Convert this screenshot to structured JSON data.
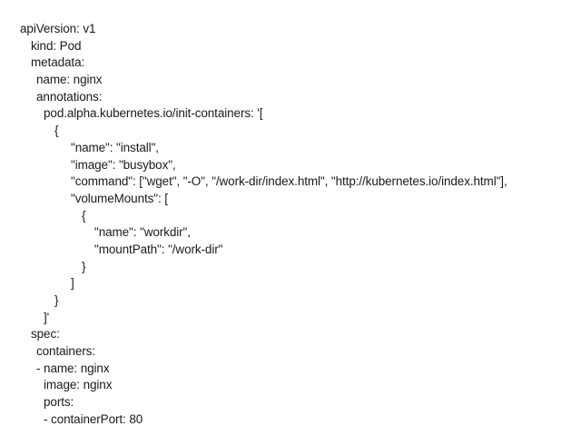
{
  "document": {
    "lines": [
      {
        "text": "apiVersion: v1",
        "indent": 0
      },
      {
        "text": "kind: Pod",
        "indent": 1
      },
      {
        "text": "metadata:",
        "indent": 1
      },
      {
        "text": "name: nginx",
        "indent": 2
      },
      {
        "text": "annotations:",
        "indent": 2
      },
      {
        "text": "pod.alpha.kubernetes.io/init-containers: '[",
        "indent": 3
      },
      {
        "text": "{",
        "indent": 4
      },
      {
        "text": "\"name\": \"install\",",
        "indent": 5
      },
      {
        "text": "\"image\": \"busybox\",",
        "indent": 5
      },
      {
        "text": "\"command\": [\"wget\", \"-O\", \"/work-dir/index.html\", \"http://kubernetes.io/index.html\"],",
        "indent": 5
      },
      {
        "text": "\"volumeMounts\": [",
        "indent": 5
      },
      {
        "text": "{",
        "indent": 6
      },
      {
        "text": "\"name\": \"workdir\",",
        "indent": 7
      },
      {
        "text": "\"mountPath\": \"/work-dir\"",
        "indent": 7
      },
      {
        "text": "}",
        "indent": 6
      },
      {
        "text": "]",
        "indent": 5
      },
      {
        "text": "}",
        "indent": 4
      },
      {
        "text": "]'",
        "indent": 3
      },
      {
        "text": "spec:",
        "indent": 1
      },
      {
        "text": "containers:",
        "indent": 2
      },
      {
        "text": "- name: nginx",
        "indent": 2
      },
      {
        "text": "image: nginx",
        "indent": 3
      },
      {
        "text": "ports:",
        "indent": 3
      },
      {
        "text": "- containerPort: 80",
        "indent": 3
      }
    ]
  }
}
